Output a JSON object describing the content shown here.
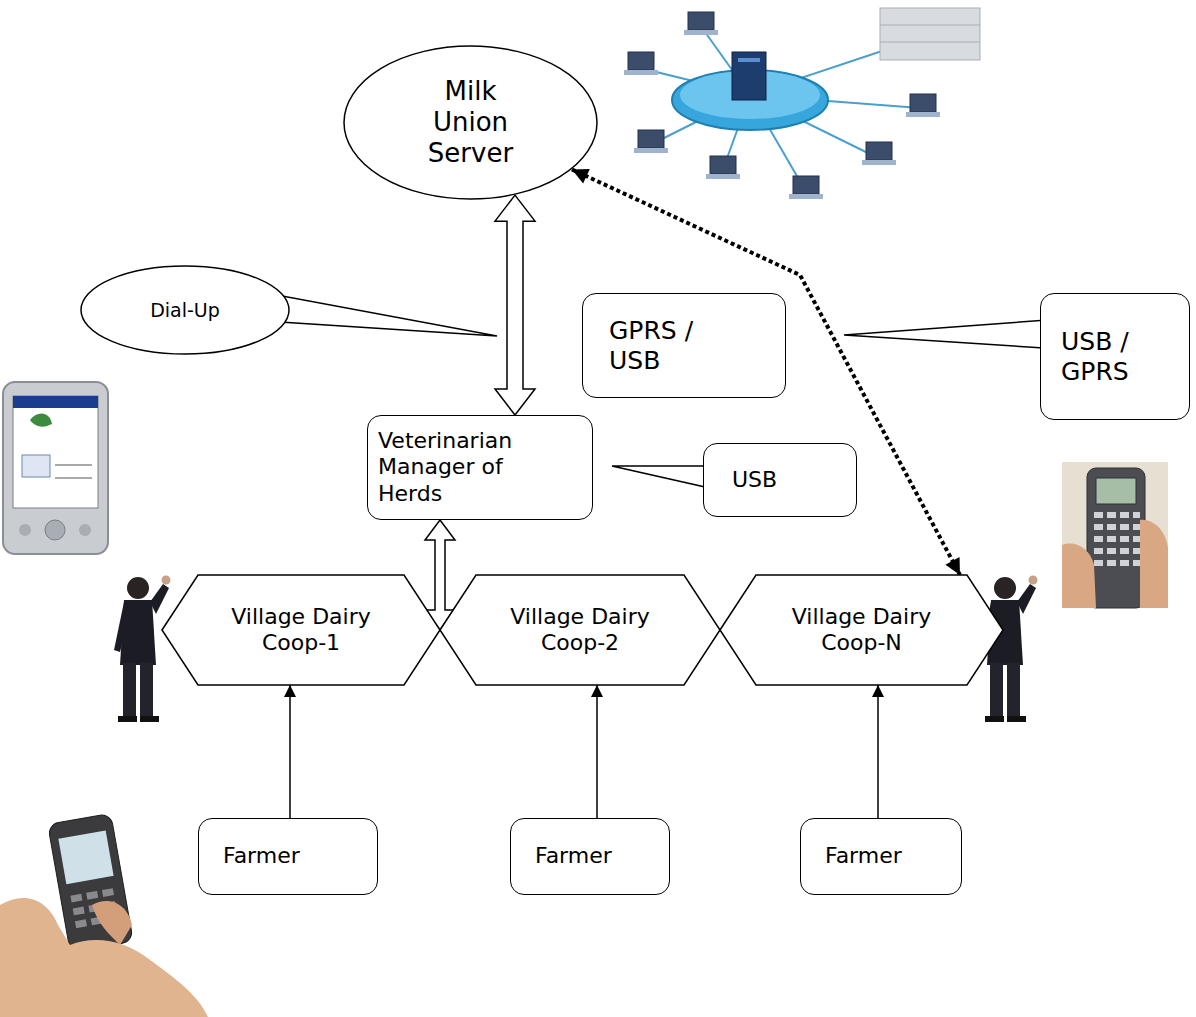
{
  "diagram": {
    "nodes": [
      {
        "text": [
          "Milk Union Server"
        ]
      },
      {
        "text": [
          "Dial-Up"
        ]
      },
      {
        "text": [
          "GPRS / USB"
        ]
      },
      {
        "text": [
          "USB / GPRS"
        ]
      },
      {
        "text": [
          "Veterinarian Manager of Herds"
        ]
      },
      {
        "text": [
          "USB"
        ]
      },
      {
        "text": [
          "Village Dairy Coop-1"
        ]
      },
      {
        "text": [
          "Village Dairy Coop-2"
        ]
      },
      {
        "text": [
          "Village Dairy Coop-N"
        ]
      },
      {
        "text": [
          "Farmer"
        ]
      },
      {
        "text": [
          "Farmer"
        ]
      },
      {
        "text": [
          "Farmer"
        ]
      }
    ],
    "edges": [
      {
        "from": 0,
        "to": 4,
        "arrow": "both"
      },
      {
        "from": 4,
        "to": 6,
        "arrow": "both"
      },
      {
        "from": 0,
        "to": 8,
        "arrow": "both"
      },
      {
        "from": 9,
        "to": 6,
        "arrow": "to"
      },
      {
        "from": 10,
        "to": 7,
        "arrow": "to"
      },
      {
        "from": 11,
        "to": 8,
        "arrow": "to"
      }
    ]
  }
}
